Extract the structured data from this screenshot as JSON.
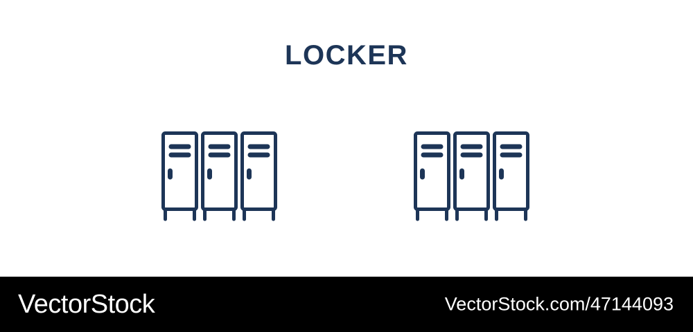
{
  "page": {
    "background_color": "#ffffff",
    "title": "LOCKER",
    "title_color": "#1d3557"
  },
  "illustration": {
    "icon_color": "#1d3557",
    "stroke_width": 5,
    "groups": [
      {
        "name": "locker-group-left",
        "variant": "outline",
        "lockers": [
          {
            "label": "locker-1",
            "vent_bars": 2,
            "handle": "vertical-oval",
            "legs": 2
          },
          {
            "label": "locker-2",
            "vent_bars": 2,
            "handle": "vertical-oval",
            "legs": 2
          },
          {
            "label": "locker-3",
            "vent_bars": 2,
            "handle": "vertical-oval",
            "legs": 2
          }
        ]
      },
      {
        "name": "locker-group-right",
        "variant": "outline",
        "lockers": [
          {
            "label": "locker-1",
            "vent_bars": 2,
            "handle": "vertical-oval",
            "legs": 2
          },
          {
            "label": "locker-2",
            "vent_bars": 2,
            "handle": "vertical-oval",
            "legs": 2
          },
          {
            "label": "locker-3",
            "vent_bars": 2,
            "handle": "vertical-oval",
            "legs": 2
          }
        ]
      }
    ]
  },
  "footer": {
    "background_color": "#000000",
    "text_color": "#ffffff",
    "logo": "VectorStock",
    "url": "VectorStock.com/47144093"
  }
}
